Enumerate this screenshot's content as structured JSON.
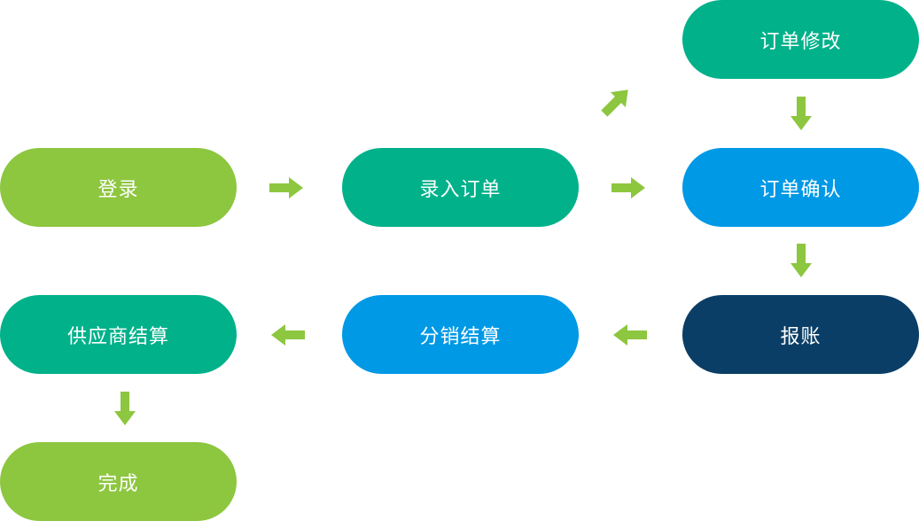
{
  "colors": {
    "lime": "#8dc63f",
    "teal": "#00b18a",
    "blue": "#0099e5",
    "navy": "#0b3e66",
    "arrow": "#8dc63f"
  },
  "nodes": {
    "login": {
      "label": "登录",
      "color": "#8dc63f"
    },
    "enter_order": {
      "label": "录入订单",
      "color": "#00b18a"
    },
    "modify_order": {
      "label": "订单修改",
      "color": "#00b18a"
    },
    "confirm_order": {
      "label": "订单确认",
      "color": "#0099e5"
    },
    "reimburse": {
      "label": "报账",
      "color": "#0b3e66"
    },
    "distribution_settlement": {
      "label": "分销结算",
      "color": "#0099e5"
    },
    "supplier_settlement": {
      "label": "供应商结算",
      "color": "#00b18a"
    },
    "complete": {
      "label": "完成",
      "color": "#8dc63f"
    }
  },
  "edges": [
    {
      "from": "login",
      "to": "enter_order",
      "direction": "right"
    },
    {
      "from": "enter_order",
      "to": "modify_order",
      "direction": "up-right"
    },
    {
      "from": "enter_order",
      "to": "confirm_order",
      "direction": "right"
    },
    {
      "from": "modify_order",
      "to": "confirm_order",
      "direction": "down"
    },
    {
      "from": "confirm_order",
      "to": "reimburse",
      "direction": "down"
    },
    {
      "from": "reimburse",
      "to": "distribution_settlement",
      "direction": "left"
    },
    {
      "from": "distribution_settlement",
      "to": "supplier_settlement",
      "direction": "left"
    },
    {
      "from": "supplier_settlement",
      "to": "complete",
      "direction": "down"
    }
  ]
}
